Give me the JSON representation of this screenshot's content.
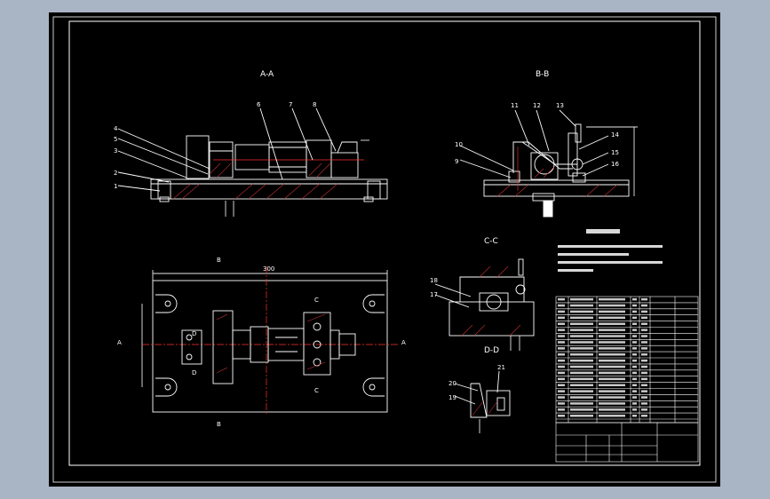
{
  "colors": {
    "background": "#a9b4c4",
    "sheet": "#000000",
    "line": "#ffffff",
    "hatch": "#c03030",
    "centerline": "#ff3030",
    "dimension": "#e8e8e8",
    "accent": "#d04040"
  },
  "views": {
    "aa": "A-A",
    "bb": "B-B",
    "cc": "C-C",
    "dd": "D-D"
  },
  "section_marks": {
    "b_top": "B",
    "b_bottom": "B",
    "a_left": "A",
    "a_right": "A",
    "c_top": "C",
    "c_bottom": "C",
    "d_top": "D",
    "d_bottom": "D"
  },
  "dimensions": {
    "plan_length": "300"
  },
  "callouts": {
    "aa": [
      "1",
      "2",
      "3",
      "4",
      "5",
      "6",
      "7",
      "8"
    ],
    "bb": [
      "9",
      "10",
      "11",
      "12",
      "13",
      "14",
      "15",
      "16"
    ],
    "cc": [
      "17",
      "18"
    ],
    "dd": [
      "19",
      "20",
      "21"
    ]
  }
}
